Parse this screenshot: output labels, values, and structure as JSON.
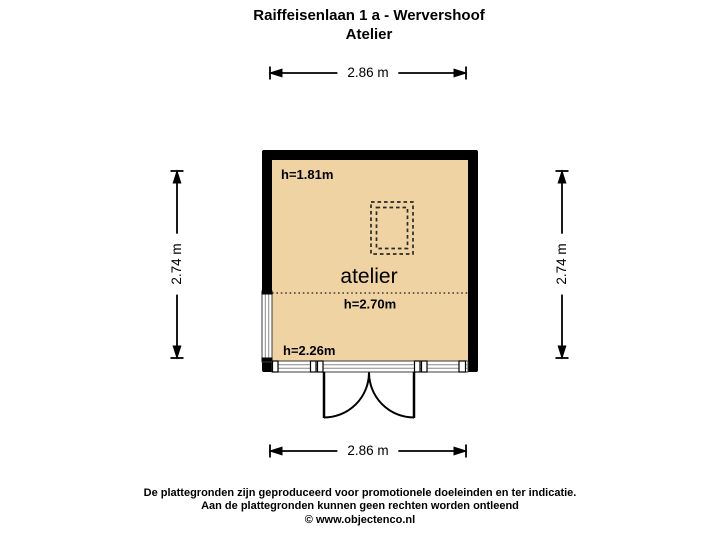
{
  "title": {
    "line1": "Raiffeisenlaan 1 a - Wervershoof",
    "line2": "Atelier"
  },
  "dimensions": {
    "top": "2.86 m",
    "bottom": "2.86 m",
    "left": "2.74 m",
    "right": "2.74 m"
  },
  "floor_plan": {
    "room_label": "atelier",
    "ceiling_height_top": "h=1.81m",
    "ceiling_height_middle": "h=2.70m",
    "ceiling_height_bottom": "h=2.26m"
  },
  "footer": {
    "line1": "De plattegronden zijn geproduceerd voor promotionele doeleinden en ter indicatie.",
    "line2": "Aan de plattegronden kunnen geen rechten worden ontleend",
    "line3": "© www.objectenco.nl"
  },
  "colors": {
    "wall": "#000000",
    "floor": "#efd3a3",
    "glazing": "#ffffff",
    "frame_line": "#8a8a8a",
    "frame_border": "#3c3c3c",
    "text": "#000000"
  }
}
